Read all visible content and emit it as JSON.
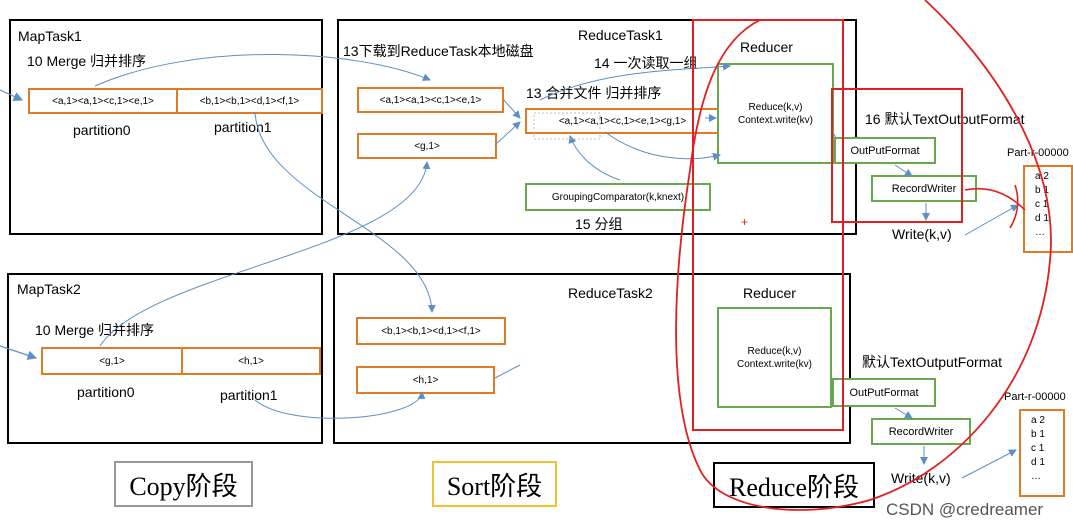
{
  "maptask1": {
    "title": "MapTask1",
    "merge": "10 Merge 归并排序",
    "seg0": "<a,1><a,1><c,1><e,1>",
    "seg1": "<b,1><b,1><d,1><f,1>",
    "p0": "partition0",
    "p1": "partition1"
  },
  "maptask2": {
    "title": "MapTask2",
    "merge": "10 Merge 归并排序",
    "seg0": "<g,1>",
    "seg1": "<h,1>",
    "p0": "partition0",
    "p1": "partition1"
  },
  "reducetask1": {
    "title": "ReduceTask1",
    "download": "13下载到ReduceTask本地磁盘",
    "read_group": "14 一次读取一组",
    "merge_file": "13 合并文件 归并排序",
    "file_a": "<a,1><a,1><c,1><e,1>",
    "file_g": "<g,1>",
    "merged": "<a,1><a,1><c,1><e,1><g,1>",
    "grouping": "GroupingComparator(k,knext)",
    "group_label": "15 分组"
  },
  "reducetask2": {
    "title": "ReduceTask2",
    "file_b": "<b,1><b,1><d,1><f,1>",
    "file_h": "<h,1>"
  },
  "reducer1": {
    "title": "Reducer",
    "line1": "Reduce(k,v)",
    "line2": "Context.write(kv)",
    "default_output": "16 默认TextOutputFormat",
    "output_format": "OutPutFormat",
    "record_writer": "RecordWriter",
    "write": "Write(k,v)",
    "part_file": "Part-r-00000",
    "part_lines": [
      "a 2",
      "b 1",
      "c 1",
      "d 1",
      "…"
    ]
  },
  "reducer2": {
    "title": "Reducer",
    "line1": "Reduce(k,v)",
    "line2": "Context.write(kv)",
    "default_output": "默认TextOutputFormat",
    "output_format": "OutPutFormat",
    "record_writer": "RecordWriter",
    "write": "Write(k,v)",
    "part_file": "Part-r-00000",
    "part_lines": [
      "a 2",
      "b 1",
      "c 1",
      "d 1",
      "…"
    ]
  },
  "stages": {
    "copy": "Copy阶段",
    "sort": "Sort阶段",
    "reduce": "Reduce阶段"
  },
  "plus_mark": "+",
  "watermark": "CSDN @credreamer",
  "colors": {
    "orange": "#e07b25",
    "green": "#6aa84f",
    "red": "#e02020",
    "arrow_blue": "#5b8fc7",
    "sort_border": "#f1c232",
    "copy_border": "#999999"
  }
}
